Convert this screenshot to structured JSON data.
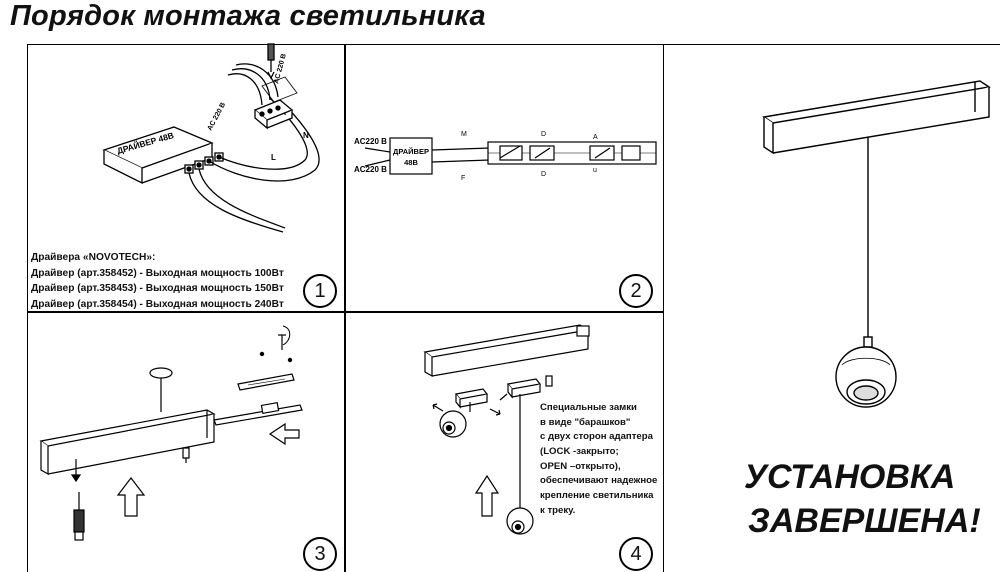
{
  "title": "Порядок монтажа светильника",
  "step1": {
    "number": "1",
    "driver_box_label_line1": "ДРАЙВЕР 48В",
    "mains_label": "AC 220 В",
    "mains_label_2": "AC 220 В",
    "wire_l": "L",
    "wire_n": "N",
    "drivers_heading": "Драйвера «NOVOTECH»:",
    "drivers": [
      "Драйвер (арт.358452) - Выходная мощность 100Вт",
      "Драйвер (арт.358453) - Выходная мощность 150Вт",
      "Драйвер (арт.358454) - Выходная мощность 240Вт"
    ]
  },
  "step2": {
    "number": "2",
    "ac_label_top": "AC220 В L",
    "ac_label_bottom": "AC220 В L",
    "driver_label_line1": "ДРАЙВЕР",
    "driver_label_line2": "48В"
  },
  "step3": {
    "number": "3"
  },
  "step4": {
    "number": "4",
    "lock_text": [
      "Специальные замки",
      "в виде \"барашков\"",
      "с двух сторон адаптера",
      "(LOCK -закрыто;",
      "OPEN –открыто),",
      "обеспечивают надежное",
      "крепление светильника",
      "к треку."
    ]
  },
  "final": {
    "line1": "УСТАНОВКА",
    "line2": "ЗАВЕРШЕНА!"
  }
}
